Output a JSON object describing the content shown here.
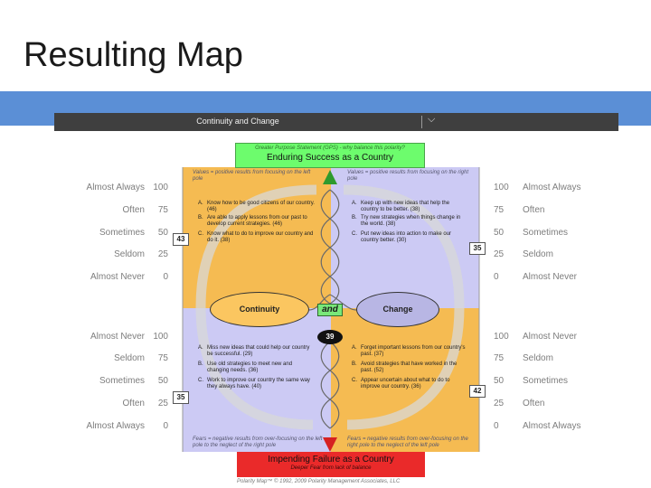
{
  "slide": {
    "title": "Resulting Map"
  },
  "toolbar": {
    "title": "Continuity and Change",
    "chevron": "⌵"
  },
  "gps": {
    "label": "Greater Purpose Statement (GPS) - why balance this polarity?",
    "title": "Enduring Success as a Country"
  },
  "scale_upper_left": [
    {
      "label": "Almost Always",
      "value": "100"
    },
    {
      "label": "Often",
      "value": "75"
    },
    {
      "label": "Sometimes",
      "value": "50"
    },
    {
      "label": "Seldom",
      "value": "25"
    },
    {
      "label": "Almost Never",
      "value": "0"
    }
  ],
  "scale_upper_right": [
    {
      "label": "Almost Always",
      "value": "100"
    },
    {
      "label": "Often",
      "value": "75"
    },
    {
      "label": "Sometimes",
      "value": "50"
    },
    {
      "label": "Seldom",
      "value": "25"
    },
    {
      "label": "Almost Never",
      "value": "0"
    }
  ],
  "scale_lower_left": [
    {
      "label": "Almost Never",
      "value": "100"
    },
    {
      "label": "Seldom",
      "value": "75"
    },
    {
      "label": "Sometimes",
      "value": "50"
    },
    {
      "label": "Often",
      "value": "25"
    },
    {
      "label": "Almost Always",
      "value": "0"
    }
  ],
  "scale_lower_right": [
    {
      "label": "Almost Never",
      "value": "100"
    },
    {
      "label": "Seldom",
      "value": "75"
    },
    {
      "label": "Sometimes",
      "value": "50"
    },
    {
      "label": "Often",
      "value": "25"
    },
    {
      "label": "Almost Always",
      "value": "0"
    }
  ],
  "quadrants": {
    "upper_left": {
      "header": "Values = positive results from focusing on the left pole",
      "items": [
        {
          "letter": "A.",
          "text": "Know how to be good citizens of our country. (46)"
        },
        {
          "letter": "B.",
          "text": "Are able to apply lessons from our past to develop current strategies. (46)"
        },
        {
          "letter": "C.",
          "text": "Know what to do to improve our country and do it. (38)"
        }
      ]
    },
    "upper_right": {
      "header": "Values = positive results from focusing on the right pole",
      "items": [
        {
          "letter": "A.",
          "text": "Keep up with new ideas that help the country to be better. (38)"
        },
        {
          "letter": "B.",
          "text": "Try new strategies when things change in the world. (38)"
        },
        {
          "letter": "C.",
          "text": "Put new ideas into action to make our country better. (30)"
        }
      ]
    },
    "lower_left": {
      "header": "Fears = negative results from over-focusing on the left pole to the neglect of the right pole",
      "items": [
        {
          "letter": "A.",
          "text": "Miss new ideas that could help our country be successful. (29)"
        },
        {
          "letter": "B.",
          "text": "Use old strategies to meet new and changing needs. (36)"
        },
        {
          "letter": "C.",
          "text": "Work to improve our country the same way they always have. (40)"
        }
      ]
    },
    "lower_right": {
      "header": "Fears = negative results from over-focusing on the right pole to the neglect of the left pole",
      "items": [
        {
          "letter": "A.",
          "text": "Forget important lessons from our country's past. (37)"
        },
        {
          "letter": "B.",
          "text": "Avoid strategies that have worked in the past. (52)"
        },
        {
          "letter": "C.",
          "text": "Appear uncertain about what to do to improve our country. (36)"
        }
      ]
    }
  },
  "poles": {
    "left": "Continuity",
    "right": "Change",
    "connector": "and"
  },
  "scores": {
    "center": "39",
    "upper_left": "43",
    "upper_right": "35",
    "lower_left": "35",
    "lower_right": "42"
  },
  "failure": {
    "title": "Impending Failure as a Country",
    "subtitle": "Deeper Fear from lack of balance"
  },
  "copyright": "Polarity Map™ © 1992, 2009 Polarity Management Associates, LLC",
  "colors": {
    "accent_bar": "#5b8fd6",
    "values_orange": "#f5bb52",
    "values_lavender": "#cccaf4",
    "gps_green": "#6dfc6d",
    "failure_red": "#ea2a2a"
  },
  "icons": {
    "toolbar": "chevron-down-icon"
  }
}
